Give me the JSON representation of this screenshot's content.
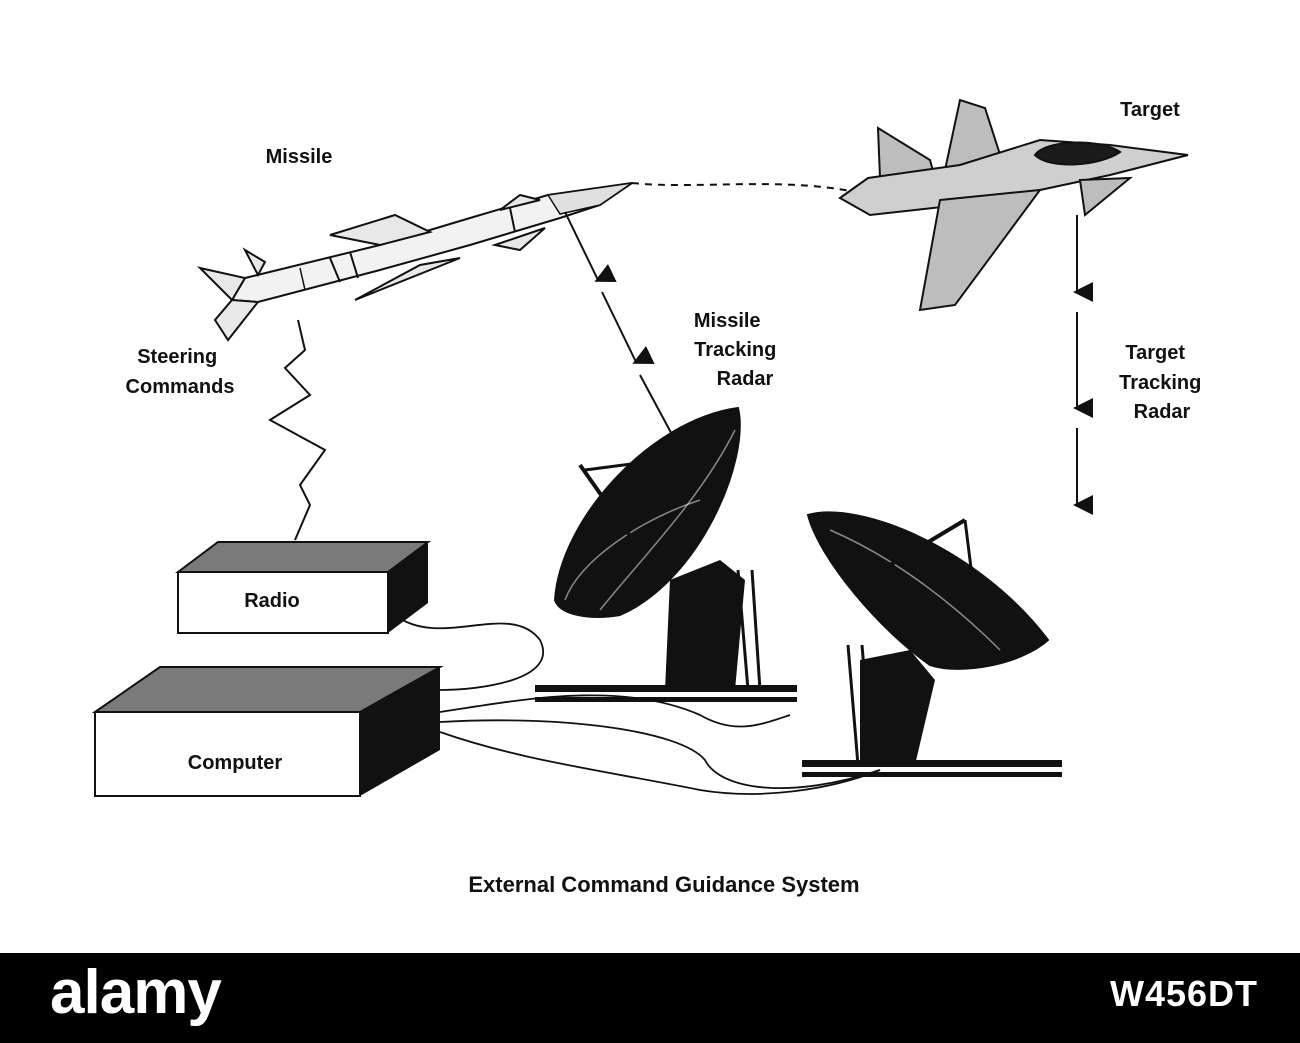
{
  "diagram": {
    "caption": "External Command Guidance System",
    "labels": {
      "missile": "Missile",
      "target": "Target",
      "steering_commands": [
        "Steering",
        "Commands"
      ],
      "missile_tracking_radar": [
        "Missile",
        "Tracking",
        "Radar"
      ],
      "target_tracking_radar": [
        "Target",
        "Tracking",
        "Radar"
      ],
      "radio": "Radio",
      "computer": "Computer"
    },
    "colors": {
      "ink": "#111111",
      "box_top": "#7a7a7a",
      "aircraft_fill": "#bdbdbd",
      "missile_fill": "#f2f2f2"
    }
  },
  "stock_banner": {
    "brand": "alamy",
    "image_id": "W456DT"
  }
}
